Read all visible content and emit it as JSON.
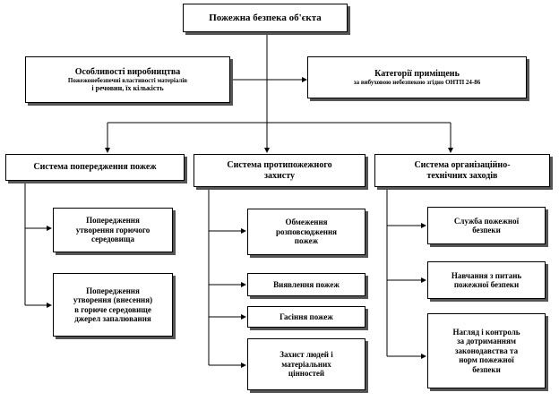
{
  "top": {
    "title": "Пожежна безпека об'єкта"
  },
  "left_info": {
    "title": "Особливості виробництва",
    "subtitle_1": "Пожежонебезпечні властивості матеріалів",
    "subtitle_2": "і речовин, їх кількість"
  },
  "right_info": {
    "title": "Категорії приміщень",
    "subtitle": "за вибуховою небезпекою згідно ОНТП 24-86"
  },
  "systems": [
    {
      "title_1": "Система попередження пожеж",
      "title_2": "",
      "items": [
        {
          "lines": [
            "Попередження",
            "утворення горючого",
            "середовища"
          ]
        },
        {
          "lines": [
            "Попередження",
            "утворення (внесення)",
            "в горюче середовище",
            "джерел запалювання"
          ]
        }
      ]
    },
    {
      "title_1": "Система протипожежного",
      "title_2": "захисту",
      "items": [
        {
          "lines": [
            "Обмеження",
            "розповсюдження",
            "пожеж"
          ]
        },
        {
          "lines": [
            "Виявлення пожеж"
          ]
        },
        {
          "lines": [
            "Гасіння пожеж"
          ]
        },
        {
          "lines": [
            "Захист людей і",
            "матеріальних",
            "цінностей"
          ]
        }
      ]
    },
    {
      "title_1": "Система організаційно-",
      "title_2": "технічних заходів",
      "items": [
        {
          "lines": [
            "Служба пожежної",
            "безпеки"
          ]
        },
        {
          "lines": [
            "Навчання з питань",
            "пожежної безпеки"
          ]
        },
        {
          "lines": [
            "Нагляд і контроль",
            "за дотриманням",
            "законодавства та",
            "норм пожежної",
            "безпеки"
          ]
        }
      ]
    }
  ]
}
